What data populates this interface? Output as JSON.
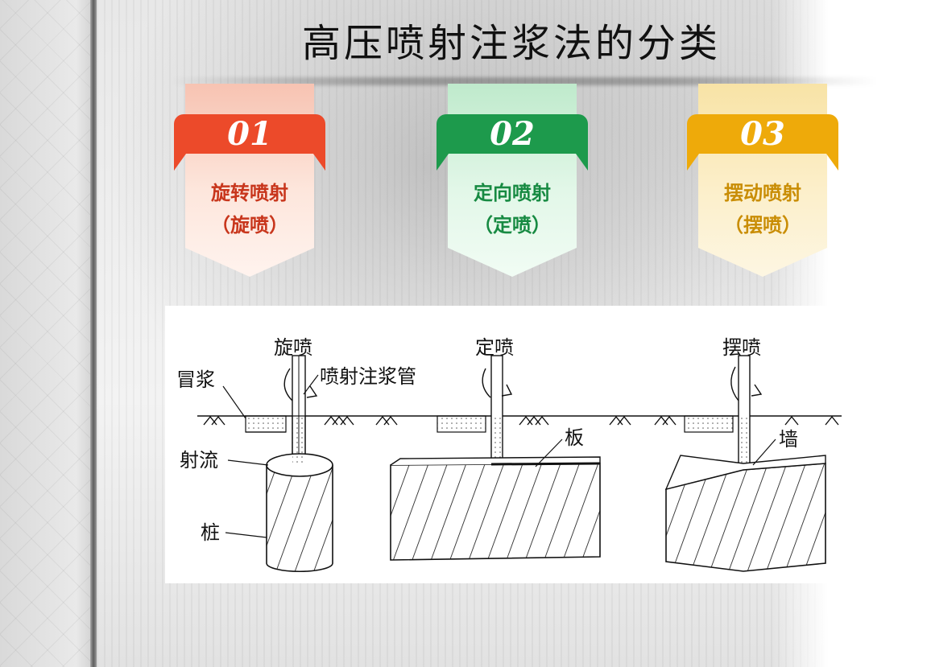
{
  "title": "高压喷射注浆法的分类",
  "colors": {
    "red": "#ec4a2a",
    "green": "#1d9a4c",
    "gold": "#eeaa0a"
  },
  "cards": [
    {
      "num": "01",
      "name": "旋转喷射",
      "sub": "（旋喷）"
    },
    {
      "num": "02",
      "name": "定向喷射",
      "sub": "（定喷）"
    },
    {
      "num": "03",
      "name": "摆动喷射",
      "sub": "（摆喷）"
    }
  ],
  "diagram": {
    "label_rotary": "旋喷",
    "label_pipe": "喷射注浆管",
    "label_grout": "冒浆",
    "label_jet": "射流",
    "label_pile": "桩",
    "label_directional": "定喷",
    "label_plate": "板",
    "label_swing": "摆喷",
    "label_wall": "墙"
  }
}
